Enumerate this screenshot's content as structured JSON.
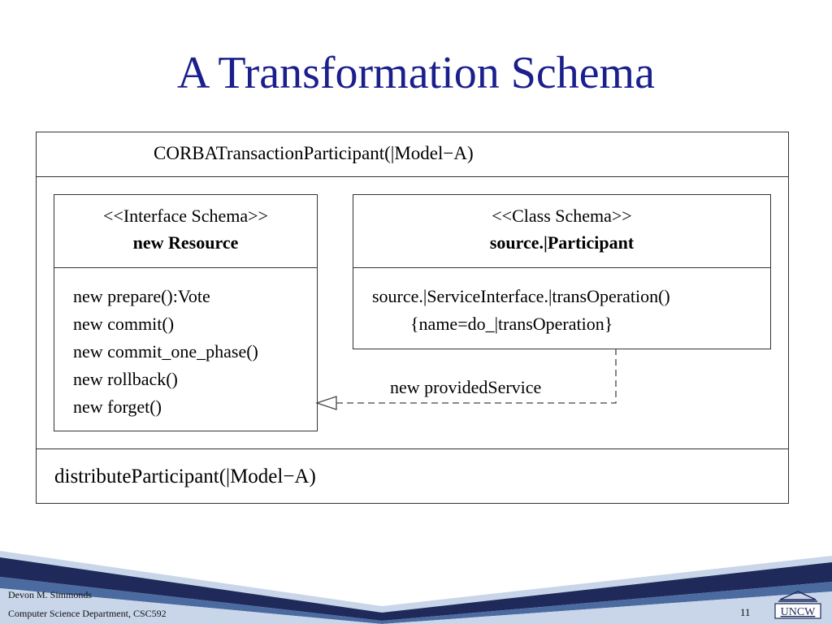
{
  "slide": {
    "title": "A Transformation Schema"
  },
  "diagram": {
    "package_name": "CORBATransactionParticipant(|Model−A)",
    "footer_label": "distributeParticipant(|Model−A)",
    "interface_schema": {
      "stereotype": "<<Interface Schema>>",
      "name": "new Resource",
      "operations": [
        "new prepare():Vote",
        "new commit()",
        "new commit_one_phase()",
        "new rollback()",
        "new forget()"
      ]
    },
    "class_schema": {
      "stereotype": "<<Class Schema>>",
      "name": "source.|Participant",
      "operation": "source.|ServiceInterface.|transOperation()",
      "constraint": "{name=do_|transOperation}"
    },
    "relation_label": "new providedService"
  },
  "footer": {
    "author": "Devon M. Simmonds",
    "department": "Computer Science Department, CSC592",
    "page_number": "11",
    "logo_text": "UNCW",
    "colors": {
      "navy": "#1f2a5a",
      "steel": "#4a6aa0",
      "light": "#c9d6ea"
    }
  }
}
